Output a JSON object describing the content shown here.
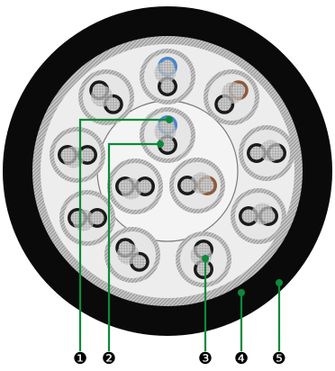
{
  "callouts": [
    {
      "number": "1",
      "label": "❶"
    },
    {
      "number": "2",
      "label": "❷"
    },
    {
      "number": "3",
      "label": "❸"
    },
    {
      "number": "4",
      "label": "❹"
    },
    {
      "number": "5",
      "label": "❺"
    }
  ],
  "colors": {
    "outer_jacket": "#0a0a0a",
    "braid_shield": "#b9b9b9",
    "fill": "#ececec",
    "pair_shield": "#d3d3d3",
    "insulation_blue": "#4a86c8",
    "insulation_brown": "#8b5a3c",
    "insulation_black": "#1a1a1a",
    "conductor": "#a8a8a8",
    "leader": "#0a8a3a",
    "marker": "#000000"
  }
}
